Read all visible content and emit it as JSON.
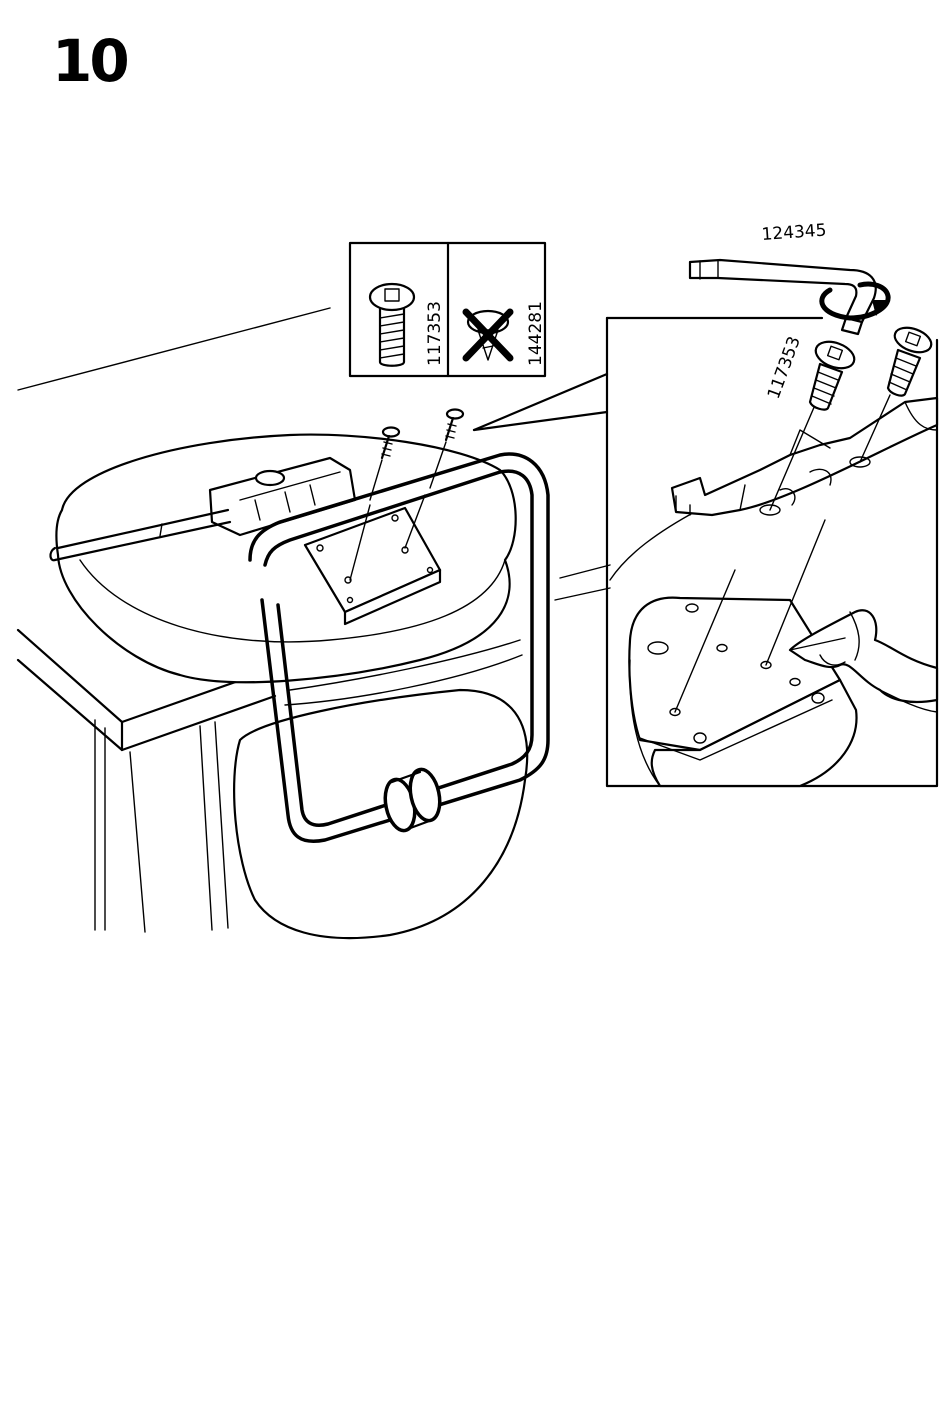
{
  "step": {
    "number": "10"
  },
  "parts_box": {
    "allowed_screw_code": "117353",
    "rejected_screw_code": "144281"
  },
  "detail": {
    "allen_key_code": "124345",
    "screw_code": "117353"
  },
  "icons": {
    "allowed": "screw-icon",
    "rejected": "crossed-out-screw-icon",
    "tool": "allen-key-icon",
    "rotation": "rotate-arrow-icon",
    "hand": "pointing-hand-icon"
  }
}
